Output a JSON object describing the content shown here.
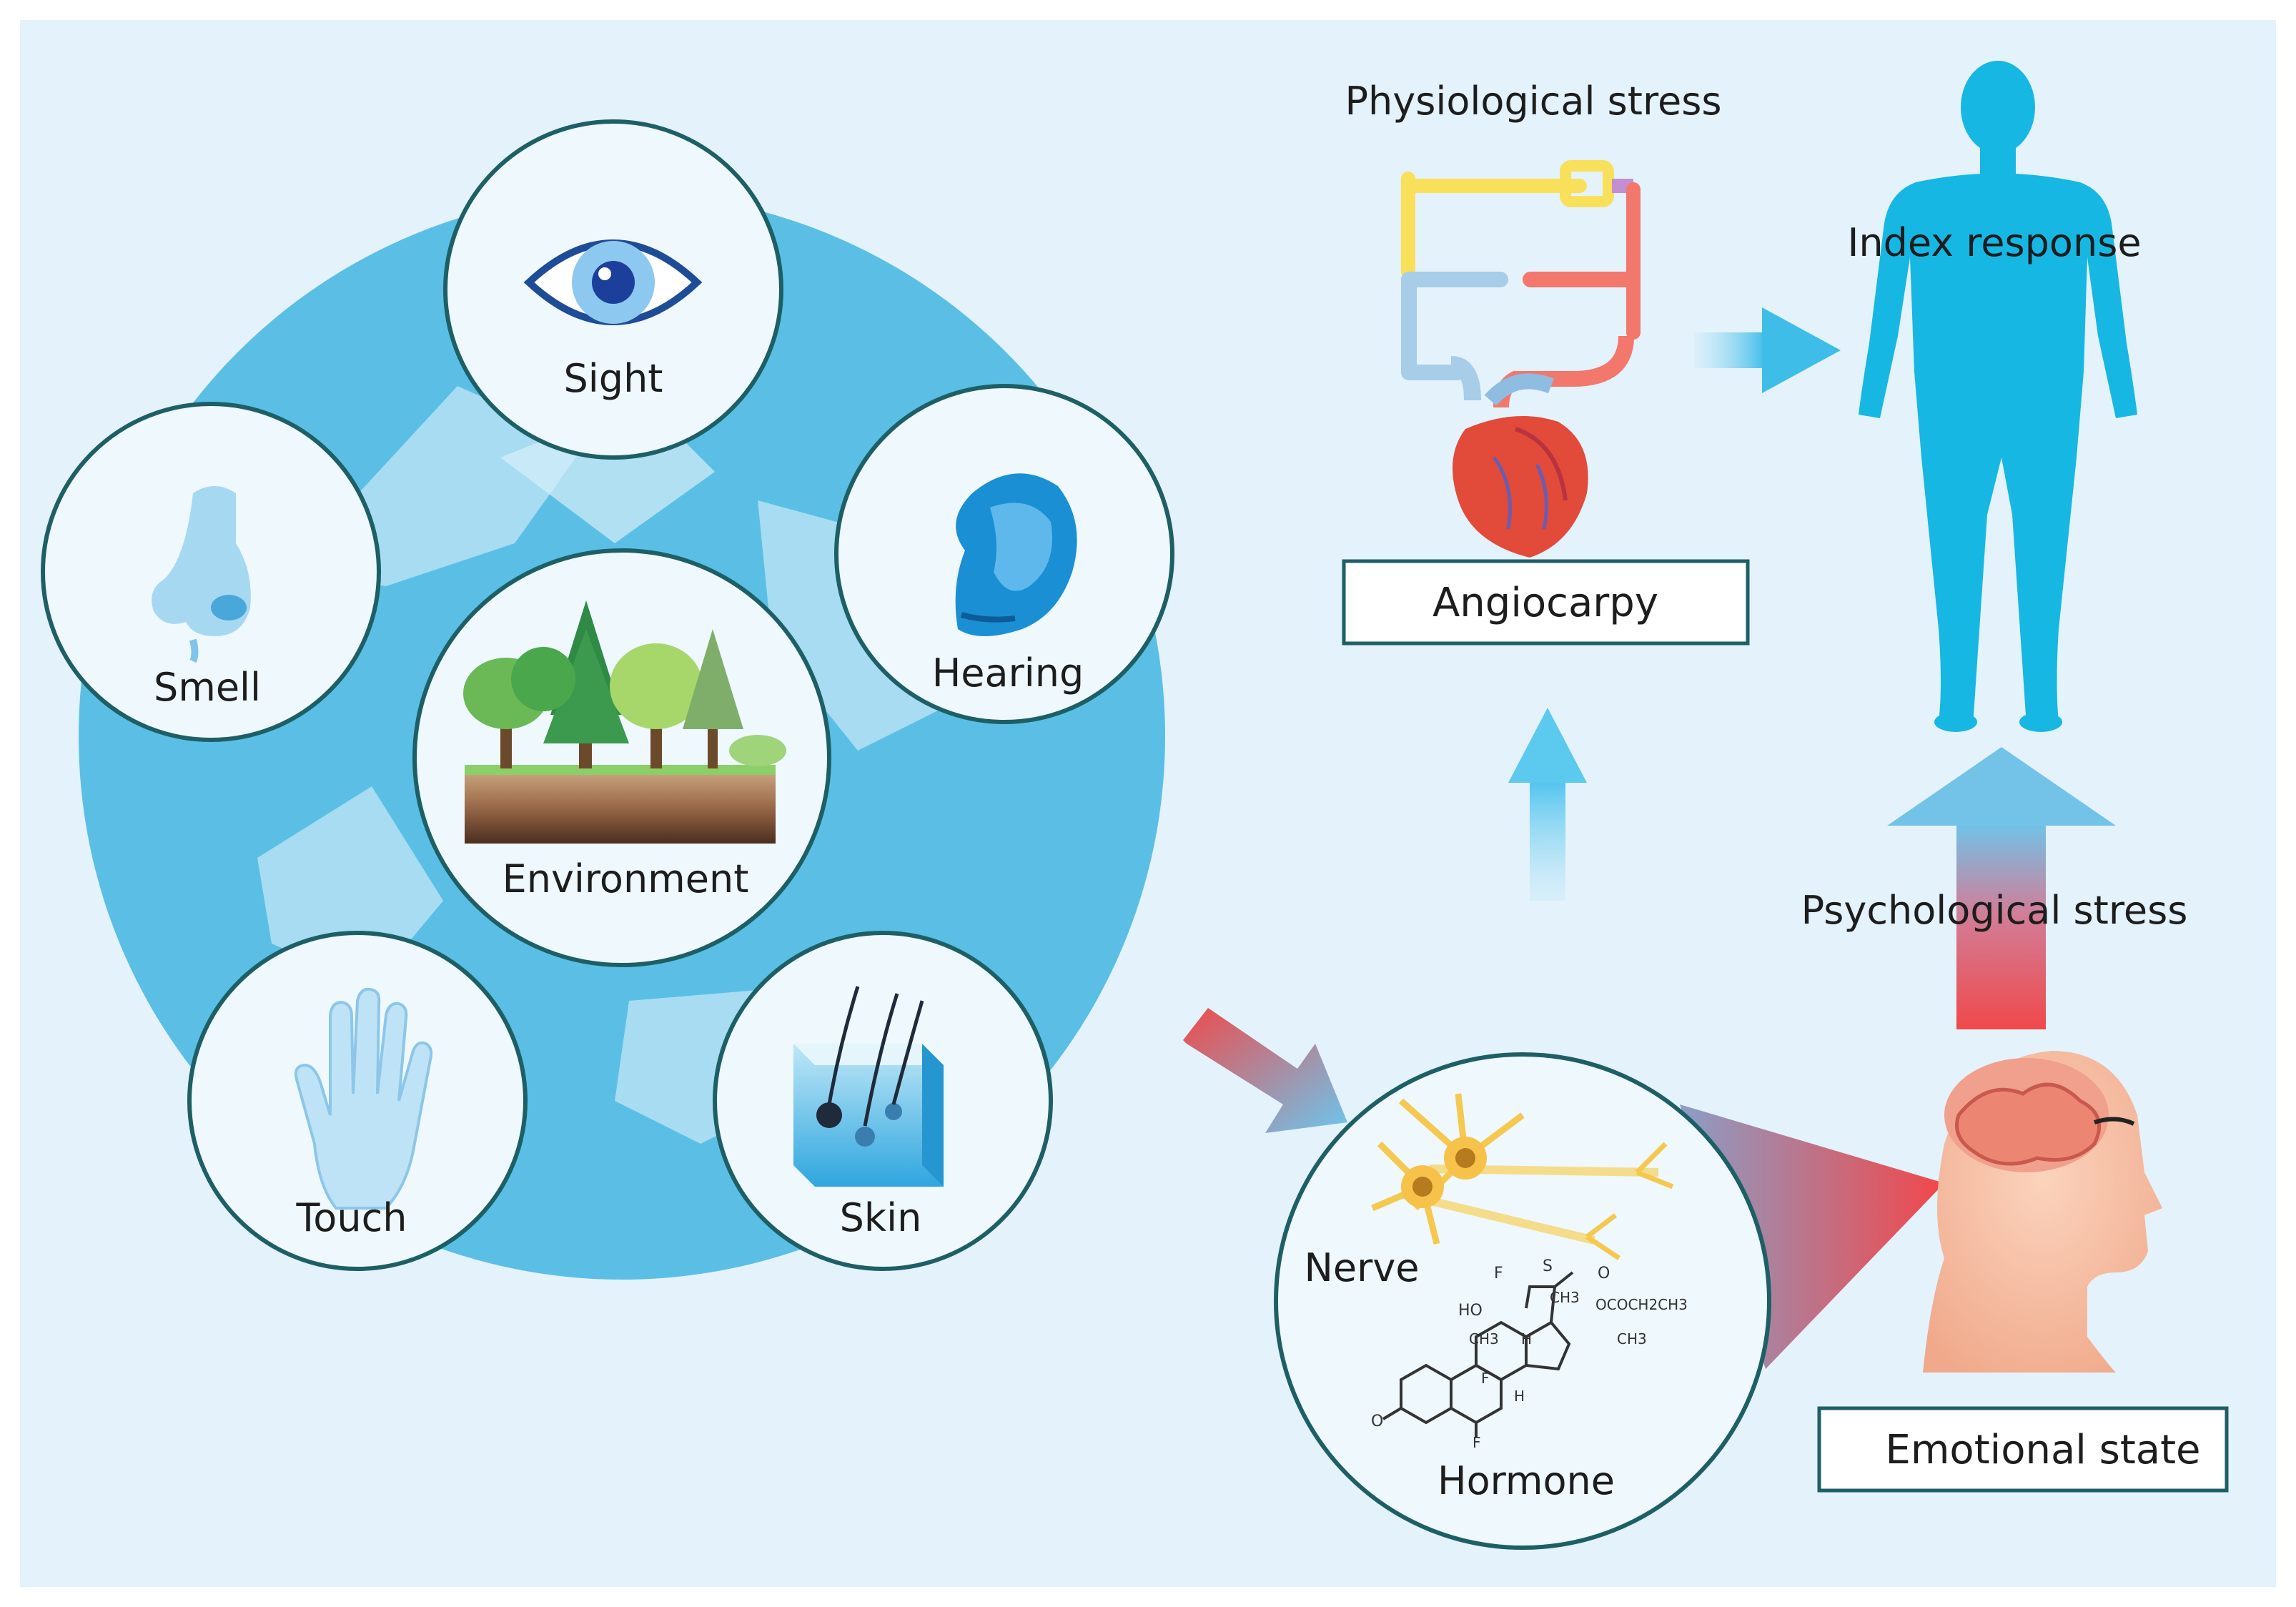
{
  "senses": {
    "sight": "Sight",
    "hearing": "Hearing",
    "smell": "Smell",
    "touch": "Touch",
    "skin": "Skin",
    "environment": "Environment"
  },
  "labels": {
    "physiological_stress": "Physiological stress",
    "index_response": "Index response",
    "angiocarpy": "Angiocarpy",
    "psychological_stress": "Psychological stress",
    "nerve": "Nerve",
    "hormone": "Hormone",
    "emotional_state": "Emotional state"
  },
  "molecule": {
    "f": "F",
    "s": "S",
    "o": "O",
    "ho": "HO",
    "ch3_a": "CH3",
    "ch3_b": "CH3",
    "ch3_c": "CH3",
    "h_a": "H",
    "h_b": "H",
    "f_a": "F",
    "f_b": "F",
    "ococh": "OCOCH2CH3",
    "o_ring": "O"
  },
  "colors": {
    "background": "#e4f2fb",
    "ring_blue": "#5bbfe5",
    "circle_border": "#1e5f66",
    "body_cyan": "#17b7e3",
    "arrow_red": "#ee5350",
    "arrow_blue": "#6fcff0"
  },
  "icons": [
    "eye-icon",
    "ear-icon",
    "nose-icon",
    "hand-icon",
    "skin-block-icon",
    "forest-icon",
    "heart-icon",
    "human-body-icon",
    "neurons-icon",
    "molecule-icon",
    "head-brain-icon"
  ]
}
